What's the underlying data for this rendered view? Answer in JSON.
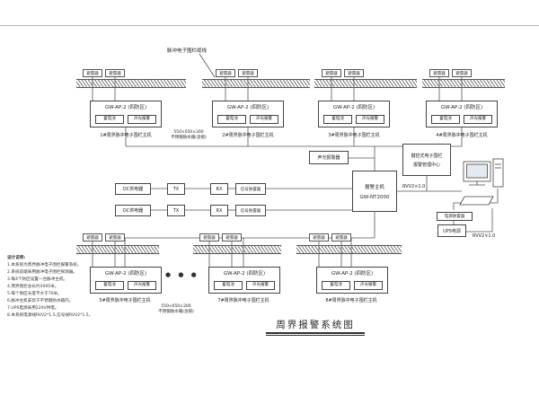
{
  "title": {
    "text": "周界报警系统图"
  },
  "labels": {
    "fence_cable": "脉冲电子围栏缆线",
    "arrester": "避雷器",
    "spec_line1": "550×650×200",
    "spec_line2": "不锈钢防水箱(含锁)",
    "controller_title": "GW-AP-2 (四防区)",
    "battery_cell": "蓄电池",
    "alarm_cell": "声光报警",
    "dc_power": "DC供电器",
    "tx": "TX",
    "rx": "RX",
    "signal_spd": "信号防雷器",
    "sound_light_alarm": "声光报警器",
    "host_name": "报警主机",
    "host_model": "GW-NT2000",
    "center_line1": "键控式电子围栏",
    "center_line2": "报警管理中心",
    "cable_rvv_host_pc": "RVV2×1.0",
    "cable_rvv_ups": "RVV2×1.0",
    "power_spd": "电源防雷器",
    "ups": "UPS电源",
    "ellipsis": "● ● ●"
  },
  "host_captions_top": [
    "1#周界脉冲电子围栏主机",
    "2#周界脉冲电子围栏主机",
    "3#周界脉冲电子围栏主机",
    "4#周界脉冲电子围栏主机"
  ],
  "host_captions_bottom": [
    "5#周界脉冲电子围栏主机",
    "7#周界脉冲电子围栏主机",
    "8#周界脉冲电子围栏主机"
  ],
  "notes": {
    "heading": "设计说明:",
    "items": [
      "1.本系统为周界脉冲电子围栏报警系统。",
      "2.系统前端采用脉冲电子围栏探测器。",
      "3.每4个防区设置一台脉冲主机。",
      "4.周界围栏总长约3000米。",
      "5.每个防区长度不大于70米。",
      "6.脉冲主机安装于不锈钢防水箱内。",
      "7.UPS电源采用220V供电。",
      "8.本系统电源线RVV2*1.5,信号线RVV2*1.5。"
    ]
  }
}
